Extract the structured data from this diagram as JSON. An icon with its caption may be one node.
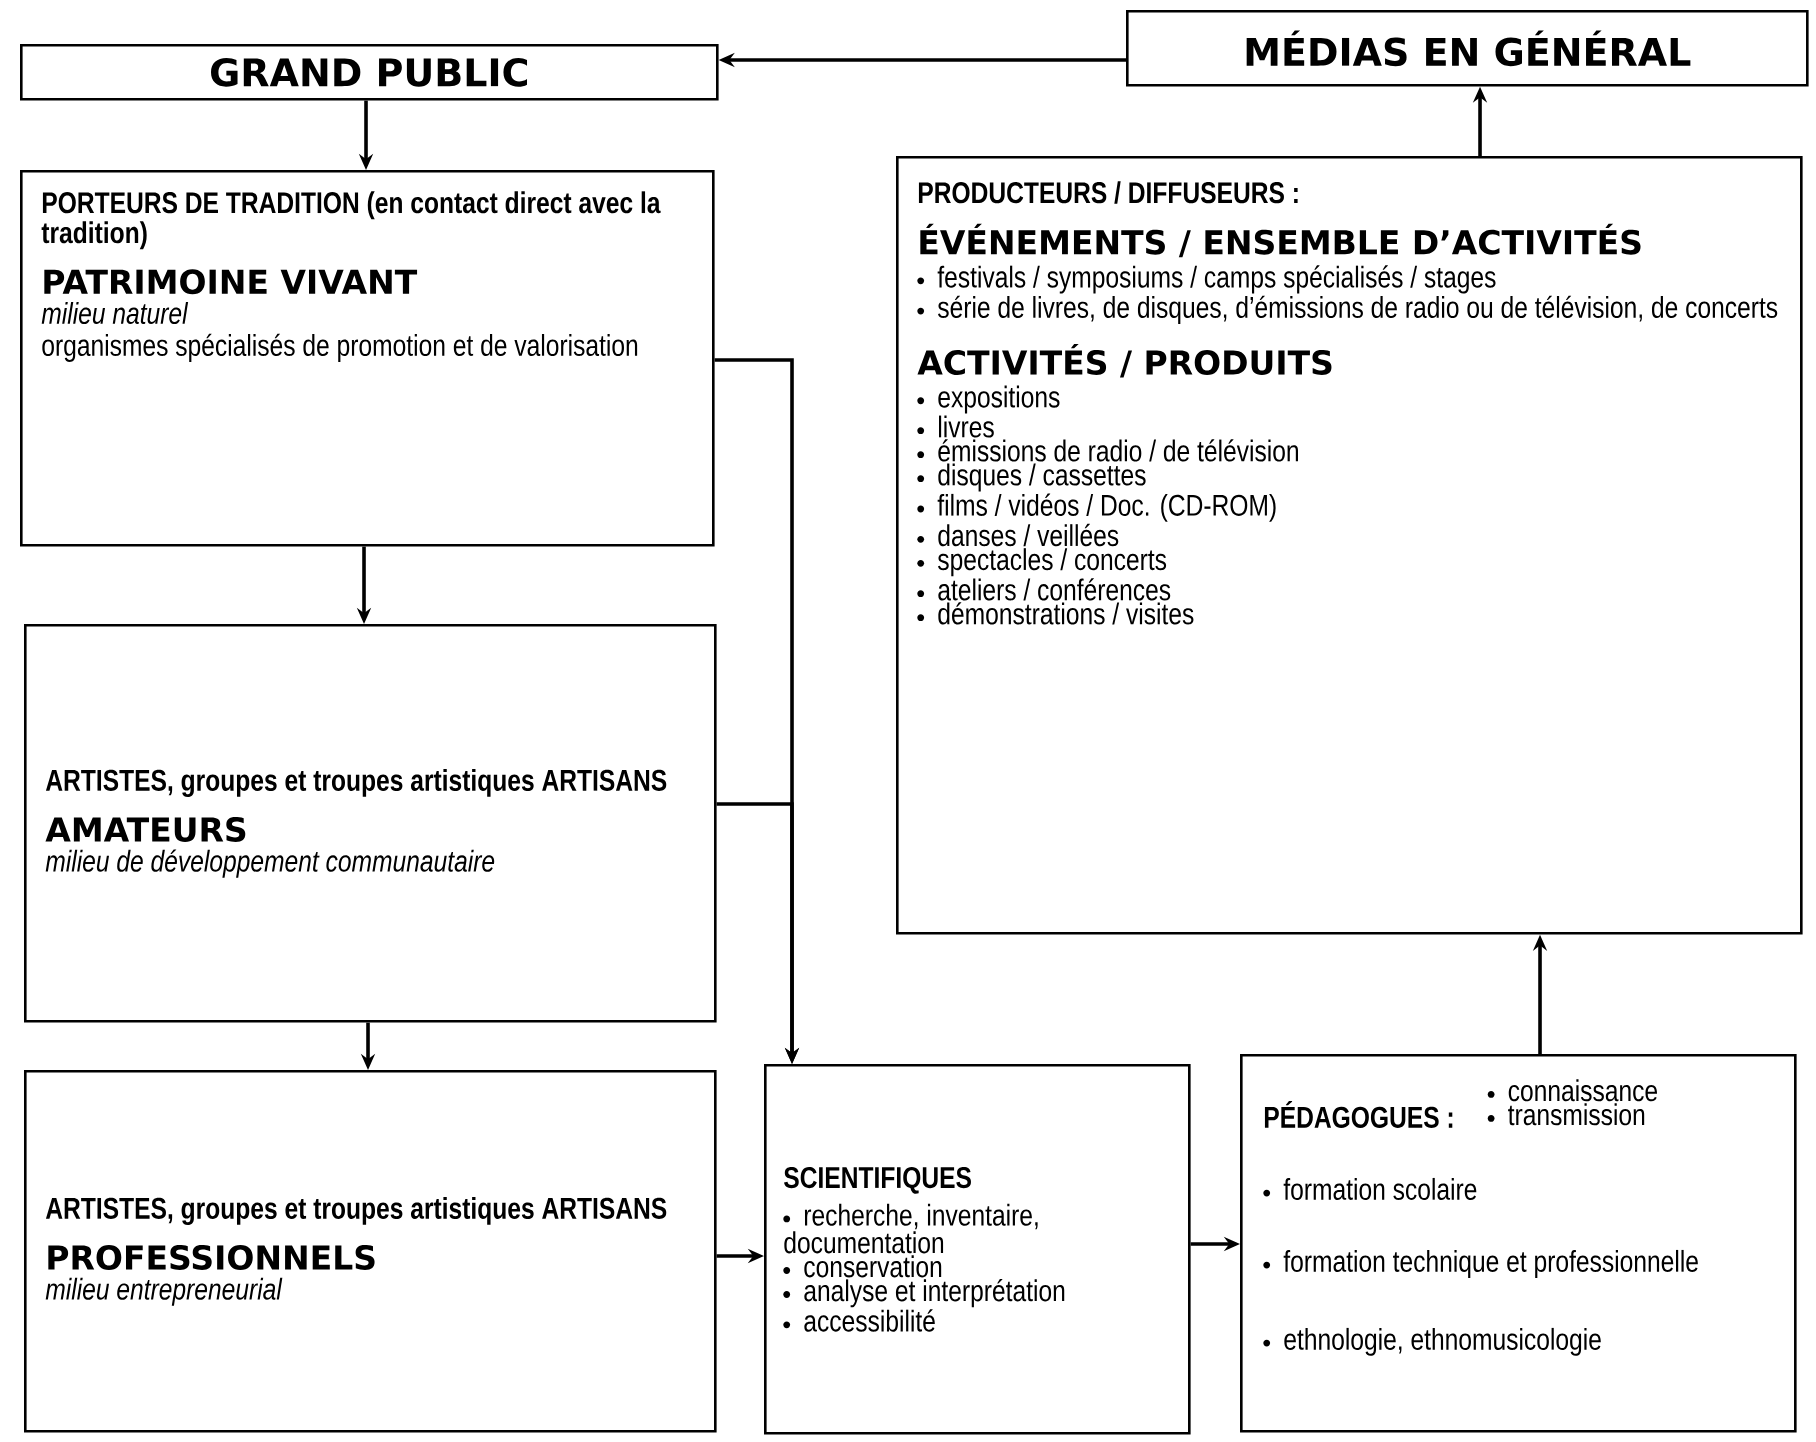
{
  "diagram": {
    "nodes": [
      {
        "text": [
          "GRAND PUBLIC"
        ]
      },
      {
        "text": [
          "MÉDIAS EN GÉNÉRAL"
        ]
      },
      {
        "text": [
          "PORTEURS DE TRADITION (en contact direct avec la tradition)",
          "PATRIMOINE VIVANT",
          "milieu naturel",
          "organismes spécialisés de promotion et de valorisation"
        ]
      },
      {
        "text": [
          "PRODUCTEURS / DIFFUSEURS :",
          "ÉVÉNEMENTS / ENSEMBLE D’ACTIVITÉS",
          "festivals / symposiums / camps spécialisés / stages",
          "série de livres, de disques, d’émissions de radio ou de télévision, de concerts",
          "ACTIVITÉS / PRODUITS",
          "expositions",
          "livres",
          "émissions de radio / de télévision",
          "disques / cassettes",
          "films / vidéos / Doc. (CD-ROM)",
          "danses / veillées",
          "spectacles / concerts",
          "ateliers / conférences",
          "démonstrations / visites"
        ]
      },
      {
        "text": [
          "ARTISTES, groupes et troupes artistiques ARTISANS",
          "AMATEURS",
          "milieu de développement communautaire"
        ]
      },
      {
        "text": [
          "ARTISTES, groupes et troupes artistiques ARTISANS",
          "PROFESSIONNELS",
          "milieu entrepreneurial"
        ]
      },
      {
        "text": [
          "SCIENTIFIQUES",
          "recherche, inventaire, documentation",
          "conservation",
          "analyse et interprétation",
          "accessibilité"
        ]
      },
      {
        "text": [
          "PÉDAGOGUES :",
          "connaissance",
          "transmission",
          "formation scolaire",
          "formation technique et professionnelle",
          "ethnologie, ethnomusicologie"
        ]
      }
    ],
    "edges": [
      {
        "from": 1,
        "to": 0,
        "arrow": "to"
      },
      {
        "from": 0,
        "to": 2,
        "arrow": "to"
      },
      {
        "from": 2,
        "to": 4,
        "arrow": "to"
      },
      {
        "from": 4,
        "to": 5,
        "arrow": "to"
      },
      {
        "from": 5,
        "to": 6,
        "arrow": "to"
      },
      {
        "from": 6,
        "to": 7,
        "arrow": "to"
      },
      {
        "from": 7,
        "to": 3,
        "arrow": "to"
      },
      {
        "from": 3,
        "to": 1,
        "arrow": "to"
      },
      {
        "from": 2,
        "to": 6,
        "arrow": "to"
      },
      {
        "from": 4,
        "to": 6,
        "arrow": "to"
      }
    ]
  }
}
